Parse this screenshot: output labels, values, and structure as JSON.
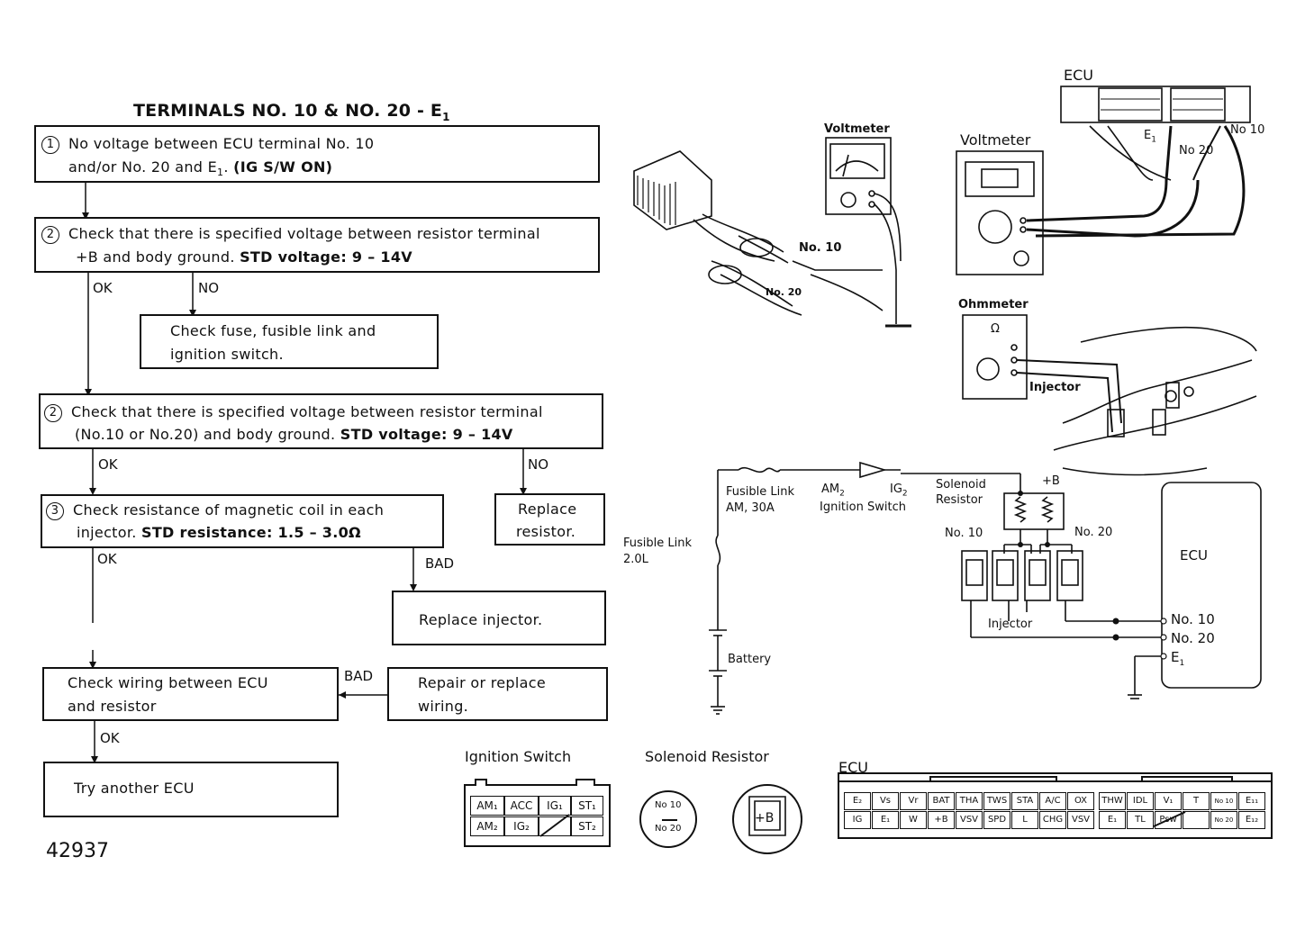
{
  "title": {
    "main": "TERMINALS NO. 10 & NO. 20 - E",
    "sub": "1"
  },
  "step1": {
    "num": "1",
    "line1": "No voltage between ECU terminal No. 10",
    "line2a": "and/or No. 20 and E",
    "line2sub": "1",
    "line2b": ". ",
    "line2bold": "(IG S/W ON)"
  },
  "step2a": {
    "num": "2",
    "line1": "Check that there is specified voltage between resistor terminal",
    "line2a": "+B and body ground. ",
    "line2bold": "STD voltage:   9 – 14V"
  },
  "ok1": "OK",
  "no1": "NO",
  "fuse_box": {
    "line1": "Check fuse, fusible link and",
    "line2": "ignition switch."
  },
  "step2b": {
    "num": "2",
    "line1": "Check that there is specified voltage between resistor terminal",
    "line2a": "(No.10 or No.20) and body ground. ",
    "line2bold": "STD voltage:   9 – 14V"
  },
  "ok2": "OK",
  "no2": "NO",
  "replace_resistor": {
    "line1": "Replace",
    "line2": "resistor."
  },
  "step3": {
    "num": "3",
    "line1": "Check resistance of magnetic coil in each",
    "line2a": "injector. ",
    "line2bold": "STD resistance: 1.5 – 3.0Ω"
  },
  "ok3": "OK",
  "bad1": "BAD",
  "replace_injector": "Replace injector.",
  "wiring_box": {
    "line1": "Check wiring between ECU",
    "line2": "and resistor"
  },
  "bad2": "BAD",
  "repair_box": {
    "line1": "Repair or replace",
    "line2": "wiring."
  },
  "ok4": "OK",
  "try_ecu": "Try another ECU",
  "figure_number": "42937",
  "illustrations": {
    "voltmeter1": "Voltmeter",
    "no10": "No. 10",
    "no20": "No. 20",
    "ecu_top": "ECU",
    "voltmeter2": "Voltmeter",
    "e1": "E",
    "e1sub": "1",
    "ecu_no10": "No 10",
    "ecu_no20": "No 20",
    "ohmmeter": "Ohmmeter",
    "ohm_symbol": "Ω",
    "injector": "Injector"
  },
  "circuit": {
    "fusible_link_am": "Fusible Link",
    "am1_30a": "AM, 30A",
    "am2": "AM",
    "am2sub": "2",
    "ig2": "IG",
    "ig2sub": "2",
    "ignition_switch": "Ignition Switch",
    "solenoid": "Solenoid",
    "resistor": "Resistor",
    "plus_b": "+B",
    "no10": "No. 10",
    "no20": "No. 20",
    "fusible_link": "Fusible Link",
    "fl_2l": "2.0L",
    "battery": "Battery",
    "injector": "Injector",
    "ecu": "ECU",
    "ecu_no10": "No. 10",
    "ecu_no20": "No. 20",
    "ecu_e1": "E",
    "ecu_e1sub": "1"
  },
  "connectors": {
    "ignition_switch": "Ignition Switch",
    "ign_row1": [
      "AM₁",
      "ACC",
      "IG₁",
      "ST₁"
    ],
    "ign_row2": [
      "AM₂",
      "IG₂",
      "",
      "ST₂"
    ],
    "solenoid_resistor": "Solenoid Resistor",
    "sol_no10": "No 10",
    "sol_no20": "No 20",
    "sol_plus_b": "+B",
    "ecu": "ECU",
    "ecu_row1": [
      "E₂",
      "Vs",
      "Vr",
      "BAT",
      "THA",
      "TWS",
      "STA",
      "A/C",
      "OX",
      "THW",
      "IDL",
      "V₁",
      "T",
      "No 10",
      "E₁₁"
    ],
    "ecu_row2": [
      "IG",
      "E₁",
      "W",
      "+B",
      "VSV",
      "SPD",
      "L",
      "CHG",
      "VSV",
      "E₁",
      "TL",
      "Psw",
      "",
      "No 20",
      "E₁₂"
    ]
  }
}
